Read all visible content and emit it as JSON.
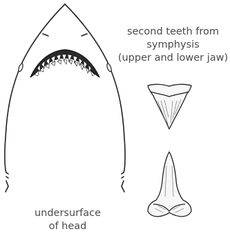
{
  "teeth_caption": {
    "line1": "second teeth from",
    "line2": "symphysis",
    "line3": "(upper and lower jaw)"
  },
  "head_caption": {
    "line1": "undersurface",
    "line2": "of head"
  },
  "colors": {
    "ink": "#222222",
    "caption_text": "#4a4a4a",
    "background": "#ffffff"
  }
}
